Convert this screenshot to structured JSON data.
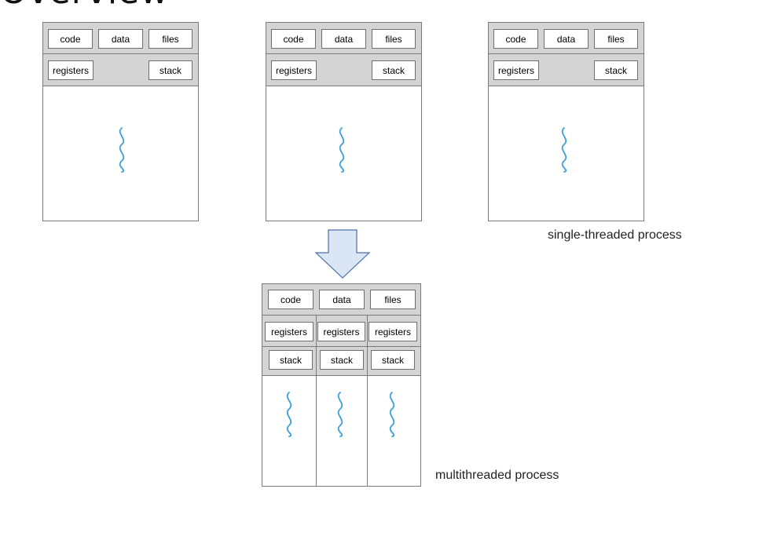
{
  "slide_title_fragment": "Overview",
  "single_threaded": {
    "caption": "single-threaded process",
    "code": "code",
    "data": "data",
    "files": "files",
    "registers": "registers",
    "stack": "stack"
  },
  "multithreaded": {
    "caption": "multithreaded process",
    "code": "code",
    "data": "data",
    "files": "files",
    "threads": [
      {
        "registers": "registers",
        "stack": "stack"
      },
      {
        "registers": "registers",
        "stack": "stack"
      },
      {
        "registers": "registers",
        "stack": "stack"
      }
    ]
  },
  "colors": {
    "band_fill": "#d4d4d4",
    "border": "#7a7a7a",
    "thread_line": "#3aa0d8",
    "arrow_fill": "#dbe6f4",
    "arrow_stroke": "#4a6fa8"
  }
}
